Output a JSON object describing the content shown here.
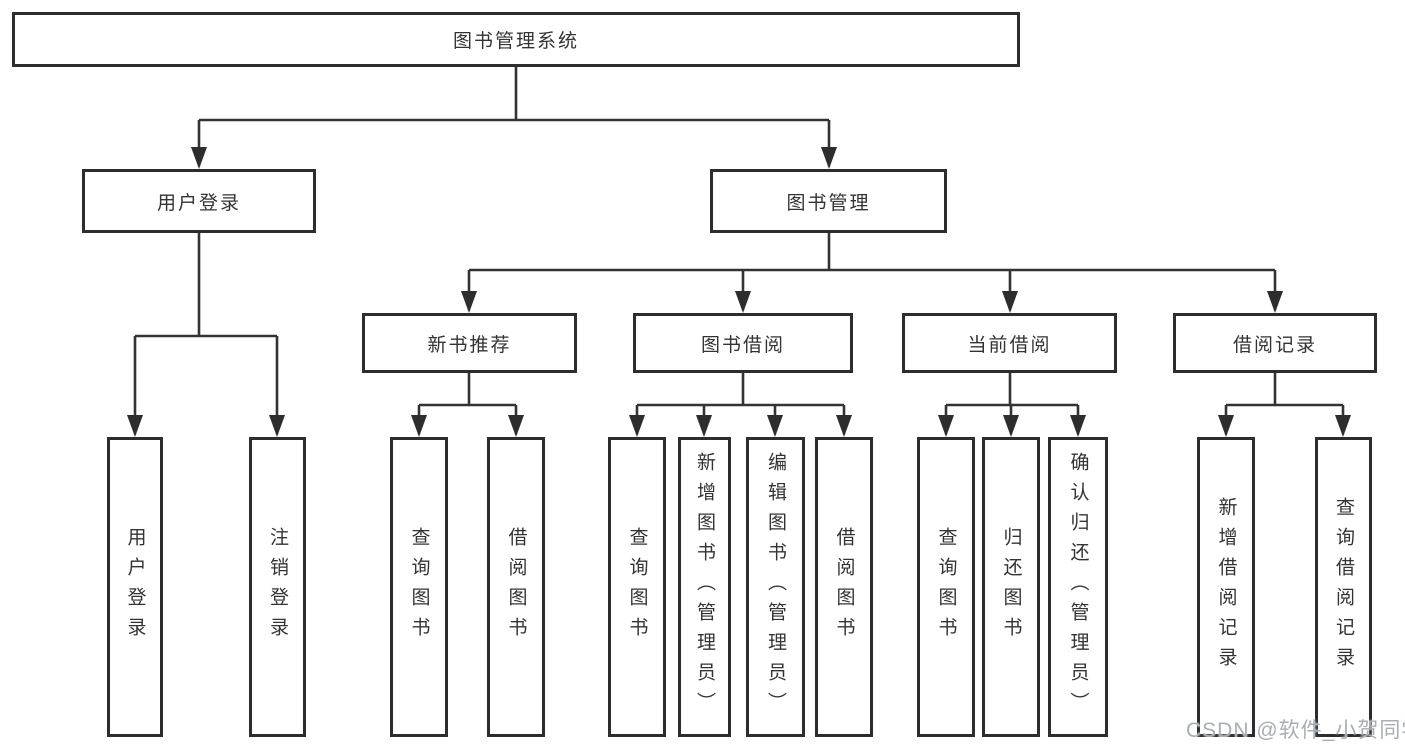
{
  "diagram": {
    "tree": {
      "label": "图书管理系统",
      "children": [
        {
          "label": "用户登录",
          "children": [
            {
              "label": "用户登录"
            },
            {
              "label": "注销登录"
            }
          ]
        },
        {
          "label": "图书管理",
          "children": [
            {
              "label": "新书推荐",
              "children": [
                {
                  "label": "查询图书"
                },
                {
                  "label": "借阅图书"
                }
              ]
            },
            {
              "label": "图书借阅",
              "children": [
                {
                  "label": "查询图书"
                },
                {
                  "label": "新增图书（管理员）"
                },
                {
                  "label": "编辑图书（管理员）"
                },
                {
                  "label": "借阅图书"
                }
              ]
            },
            {
              "label": "当前借阅",
              "children": [
                {
                  "label": "查询图书"
                },
                {
                  "label": "归还图书"
                },
                {
                  "label": "确认归还（管理员）"
                }
              ]
            },
            {
              "label": "借阅记录",
              "children": [
                {
                  "label": "新增借阅记录"
                },
                {
                  "label": "查询借阅记录"
                }
              ]
            }
          ]
        }
      ]
    }
  },
  "watermark": {
    "text": "CSDN @软件_小贺同学"
  },
  "colors": {
    "line": "#333333",
    "box_border": "#2d2d2d",
    "text": "#333333",
    "background": "#ffffff",
    "watermark": "#a9aeb4"
  }
}
